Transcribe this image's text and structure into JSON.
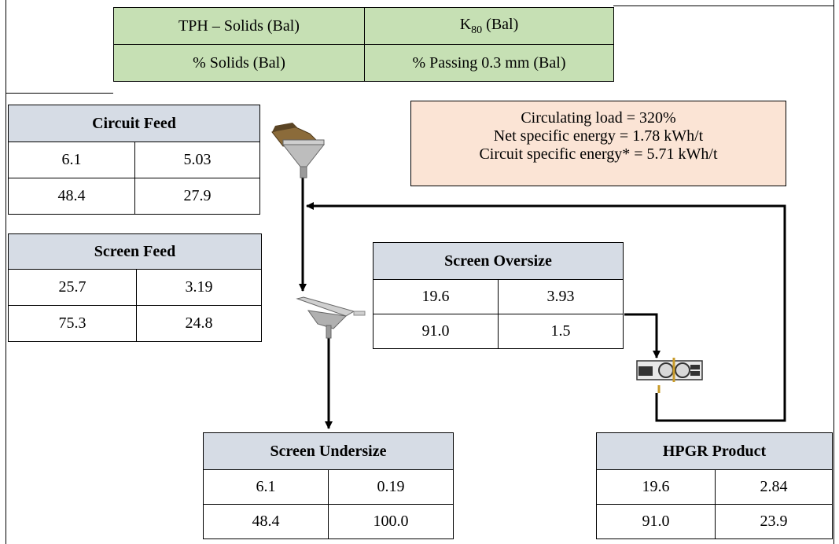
{
  "legend": {
    "tph": "TPH – Solids (Bal)",
    "k80_main": "K",
    "k80_sub": "80",
    "k80_suffix": " (Bal)",
    "solids": "% Solids (Bal)",
    "passing": "% Passing 0.3 mm (Bal)"
  },
  "summary": {
    "line1": "Circulating load = 320%",
    "line2": "Net specific energy = 1.78 kWh/t",
    "line3": "Circuit specific energy* = 5.71 kWh/t"
  },
  "streams": {
    "circuit_feed": {
      "title": "Circuit Feed",
      "r1": [
        "6.1",
        "5.03"
      ],
      "r2": [
        "48.4",
        "27.9"
      ]
    },
    "screen_feed": {
      "title": "Screen Feed",
      "r1": [
        "25.7",
        "3.19"
      ],
      "r2": [
        "75.3",
        "24.8"
      ]
    },
    "screen_oversize": {
      "title": "Screen Oversize",
      "r1": [
        "19.6",
        "3.93"
      ],
      "r2": [
        "91.0",
        "1.5"
      ]
    },
    "screen_undersize": {
      "title": "Screen Undersize",
      "r1": [
        "6.1",
        "0.19"
      ],
      "r2": [
        "48.4",
        "100.0"
      ]
    },
    "hpgr_product": {
      "title": "HPGR Product",
      "r1": [
        "19.6",
        "2.84"
      ],
      "r2": [
        "91.0",
        "23.9"
      ]
    }
  },
  "colors": {
    "legend_fill": "#c6e0b4",
    "header_fill": "#d6dce5",
    "note_fill": "#fbe4d5"
  },
  "icons": [
    "feed-hopper-icon",
    "screen-icon",
    "hpgr-icon"
  ]
}
